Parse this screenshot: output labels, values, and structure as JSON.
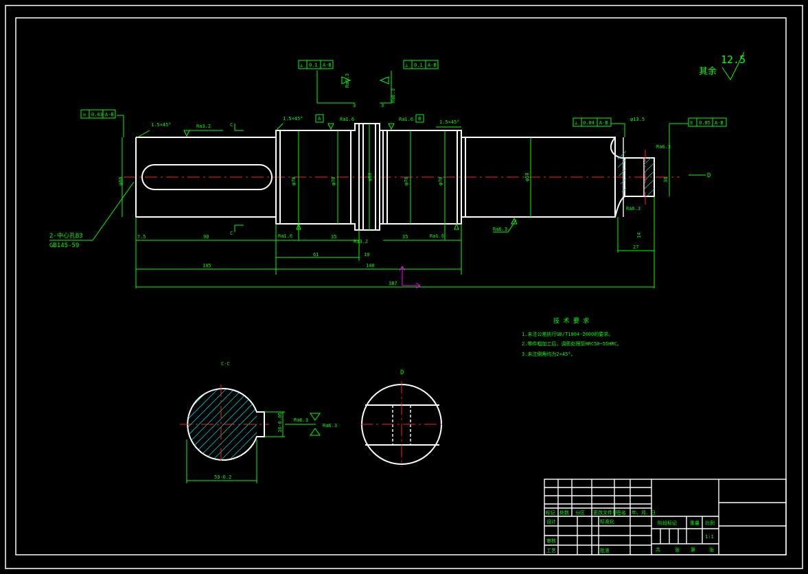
{
  "colors": {
    "background": "#000000",
    "outline": "#ffffff",
    "dimension": "#00ff00",
    "center": "#ff2020",
    "hatch": "#00cccc",
    "ucs": "#ff00ff"
  },
  "roughness_other": {
    "label": "其余",
    "value": "12.5"
  },
  "tolerance_frames": {
    "concentricity": {
      "symbol": "◎",
      "value": "0.03",
      "datum": "A-B"
    },
    "perp_left": {
      "symbol": "⊥",
      "value": "0.1",
      "datum": "A-B"
    },
    "perp_right": {
      "symbol": "⊥",
      "value": "0.1",
      "datum": "A-B"
    },
    "perp_end": {
      "symbol": "⊥",
      "value": "0.04",
      "datum": "A-B"
    },
    "symmetry_end": {
      "symbol": "≡",
      "value": "0.05",
      "datum": "A-B"
    },
    "datum_a": "A",
    "datum_b": "B"
  },
  "chamfers": {
    "left": "1.5×45°",
    "mid": "1.5×45°",
    "right": "1.5×45°"
  },
  "roughness": {
    "r1": "Ra3.2",
    "r2": "Ra1.6",
    "r3": "Ra1.6",
    "r4": "Ra1.6",
    "r5": "Ra1.6",
    "r6": "Ra3.2",
    "r7": "Ra6.3",
    "r8": "Ra6.3",
    "r9": "Ra6.3",
    "r10": "Ra6.3",
    "r11": "Ra6.3",
    "r12": "Ra6.3"
  },
  "diameters": {
    "d1": "φ60",
    "d2": "φ70",
    "d3": "φ70",
    "d4": "φ80",
    "d5": "φ70",
    "d6": "φ70",
    "d7": "φ50",
    "d8": "φ13.5",
    "d9": "30"
  },
  "dims": {
    "d75": "7.5",
    "d90": "90",
    "d35a": "35",
    "d61": "61",
    "d10": "10",
    "d35b": "35",
    "d105": "105",
    "d140": "140",
    "d387": "387",
    "d14": "14",
    "d27": "27",
    "d3a": "3",
    "d3b": "3"
  },
  "center_hole": {
    "line1": "2-中心孔B3",
    "line2": "GB145-59"
  },
  "section_marks": {
    "c1": "C",
    "c2": "C",
    "d_view": "D"
  },
  "tech_requirements": {
    "title": "技 术 要 求",
    "items": [
      "1.未注公差执行GB/T1804-2000的要求。",
      "2.零件粗加工后，调质处理至HRC50~55HRC。",
      "3.未注倒角均为2×45°。"
    ]
  },
  "section_cc": {
    "label": "C-C",
    "width": "53-0.2",
    "key": "16-0.05",
    "ra": "Ra6.3"
  },
  "view_d": {
    "label": "D"
  },
  "title_block": {
    "row_labels": [
      "标记",
      "处数",
      "分区",
      "更改文件号",
      "签名",
      "年、月、日"
    ],
    "design": "设计",
    "standard": "标准化",
    "check": "审核",
    "process": "工艺",
    "approve": "批准",
    "stage": "阶段标记",
    "weight": "重量",
    "scale": "比例",
    "scale_value": "1:1",
    "sheets": [
      "共",
      "张",
      "第",
      "张"
    ]
  }
}
